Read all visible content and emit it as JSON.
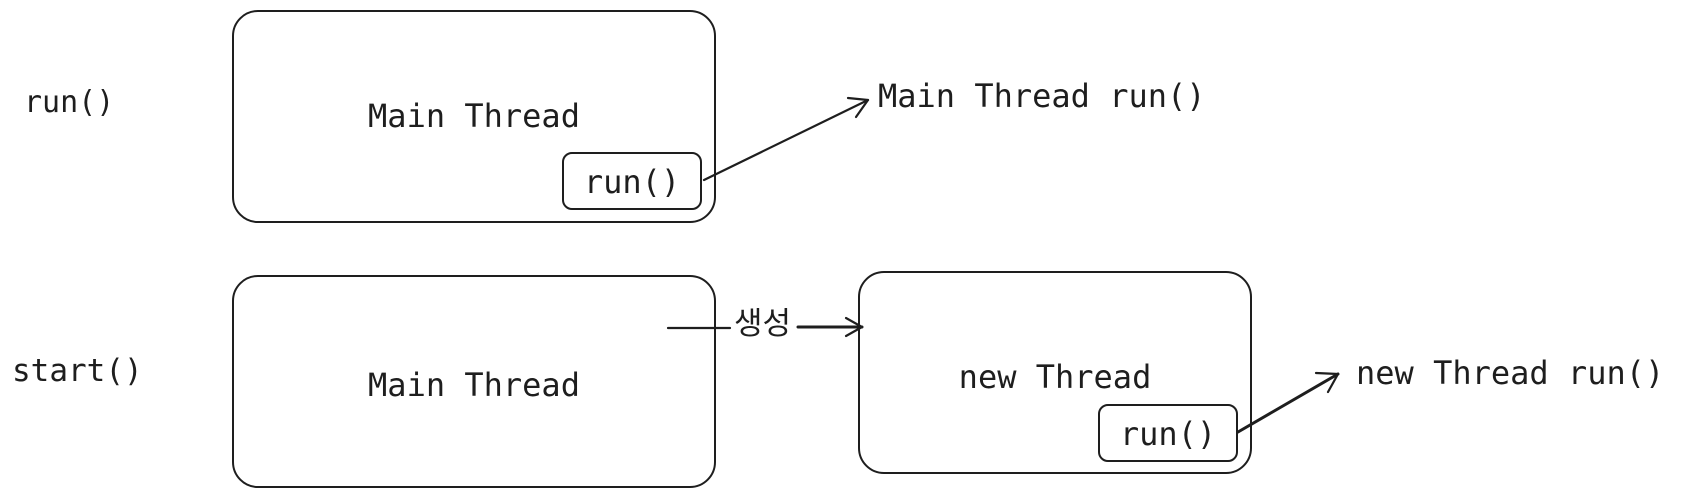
{
  "rows": [
    {
      "method_label": "run()",
      "main_box_label": "Main Thread",
      "inner_box_label": "run()",
      "result_text": "Main Thread run()"
    },
    {
      "method_label": "start()",
      "main_box_label": "Main Thread",
      "connector_label": "생성",
      "new_box_label": "new Thread",
      "inner_box_label": "run()",
      "result_text": "new Thread run()"
    }
  ],
  "colors": {
    "stroke": "#1e1e1e",
    "background": "#ffffff"
  }
}
